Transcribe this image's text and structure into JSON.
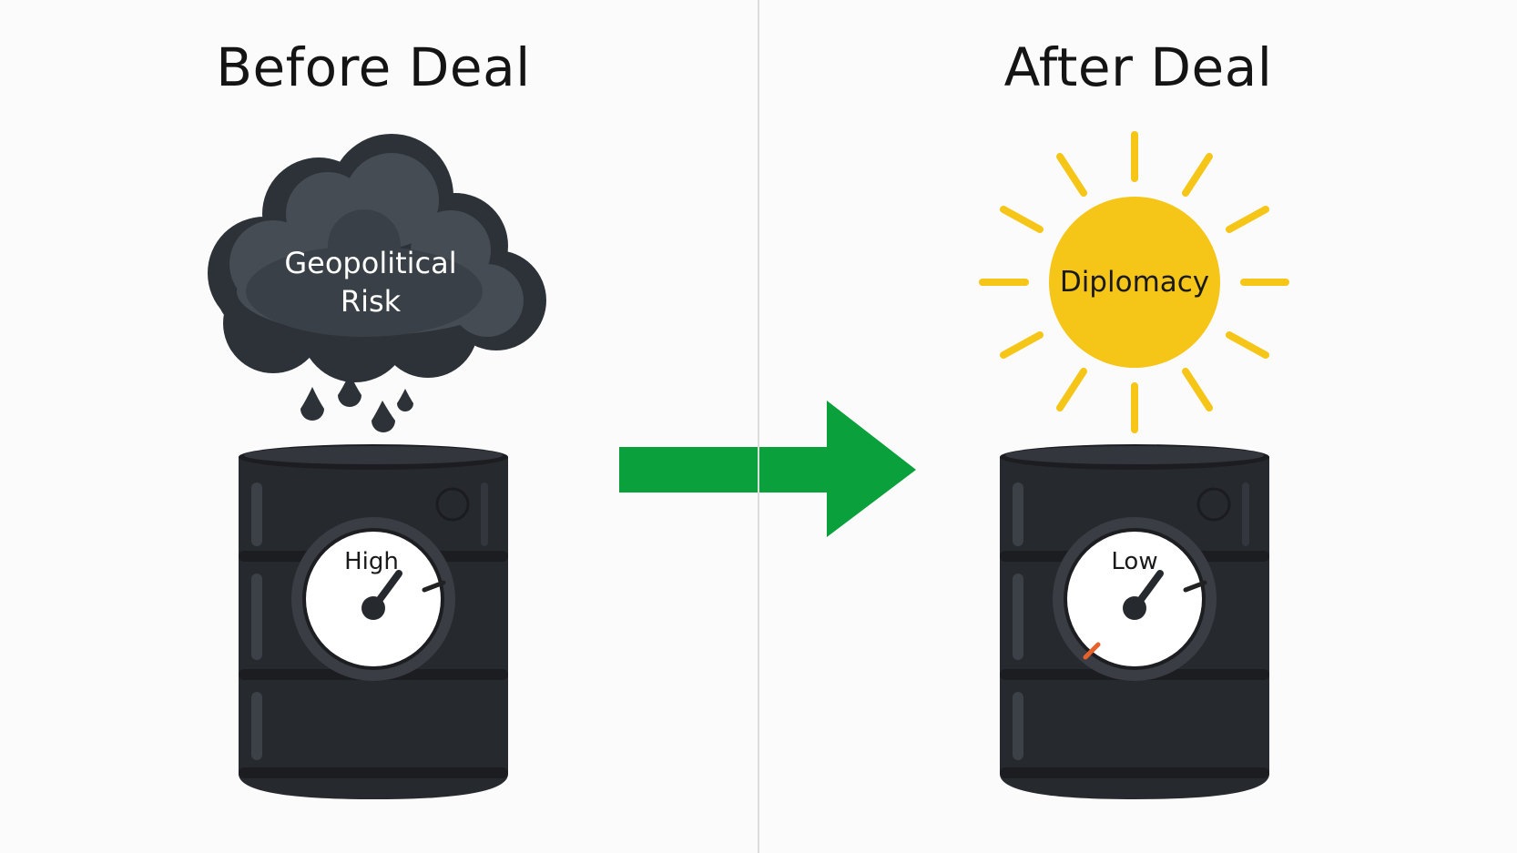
{
  "before": {
    "title": "Before Deal",
    "cloud_label_line1": "Geopolitical",
    "cloud_label_line2": "Risk",
    "gauge_label": "High"
  },
  "after": {
    "title": "After Deal",
    "sun_label": "Diplomacy",
    "gauge_label": "Low"
  },
  "colors": {
    "cloud": "#3a4047",
    "barrel": "#26292e",
    "arrow": "#0aa03c",
    "sun": "#f5c518",
    "divider": "#dcdcdc"
  },
  "icons": [
    "storm-cloud-icon",
    "oil-drop-icon",
    "oil-barrel-icon",
    "gauge-icon",
    "arrow-right-icon",
    "sun-icon"
  ]
}
